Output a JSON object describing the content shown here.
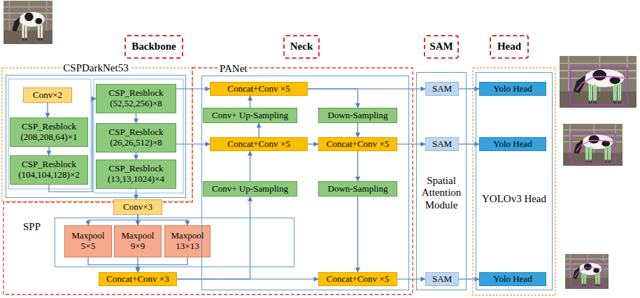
{
  "diagram": {
    "nodes": [
      {
        "text": [
          "Backbone"
        ]
      },
      {
        "text": [
          "Neck"
        ]
      },
      {
        "text": [
          "SAM"
        ]
      },
      {
        "text": [
          "Head"
        ]
      },
      {
        "text": [
          "CSPDarkNet53"
        ]
      },
      {
        "text": [
          "Conv×2"
        ],
        "in": 4
      },
      {
        "text": [
          "CSP_Resblock (208,208,64)×1"
        ],
        "in": 4
      },
      {
        "text": [
          "CSP_Resblock (104,104,128)×2"
        ],
        "in": 4
      },
      {
        "text": [
          "CSP_Resblock (52,52,256)×8"
        ],
        "in": 4
      },
      {
        "text": [
          "CSP_Resblock (26,26,512)×8"
        ],
        "in": 4
      },
      {
        "text": [
          "CSP_Resblock (13,13,1024)×4"
        ],
        "in": 4
      },
      {
        "text": [
          "Conv×3"
        ]
      },
      {
        "text": [
          "SPP"
        ]
      },
      {
        "text": [
          "Maxpool 5×5"
        ],
        "in": 12
      },
      {
        "text": [
          "Maxpool 9×9"
        ],
        "in": 12
      },
      {
        "text": [
          "Maxpool 13×13"
        ],
        "in": 12
      },
      {
        "text": [
          "Concat+Conv ×3"
        ]
      },
      {
        "text": [
          "PANet"
        ]
      },
      {
        "text": [
          "Concat+Conv ×5"
        ],
        "in": 17
      },
      {
        "text": [
          "Conv+ Up-Sampling"
        ],
        "in": 17
      },
      {
        "text": [
          "Concat+Conv ×5"
        ],
        "in": 17
      },
      {
        "text": [
          "Conv+ Up-Sampling"
        ],
        "in": 17
      },
      {
        "text": [
          "Down-Sampling"
        ],
        "in": 17
      },
      {
        "text": [
          "Concat+Conv ×5"
        ],
        "in": 17
      },
      {
        "text": [
          "Down-Sampling"
        ],
        "in": 17
      },
      {
        "text": [
          "Concat+Conv ×5"
        ],
        "in": 17
      },
      {
        "text": [
          "Spatial Attention Module"
        ]
      },
      {
        "text": [
          "SAM"
        ],
        "in": 26
      },
      {
        "text": [
          "SAM"
        ],
        "in": 26
      },
      {
        "text": [
          "SAM"
        ],
        "in": 26
      },
      {
        "text": [
          "YOLOv3 Head"
        ]
      },
      {
        "text": [
          "Yolo Head"
        ],
        "in": 30
      },
      {
        "text": [
          "Yolo Head"
        ],
        "in": 30
      },
      {
        "text": [
          "Yolo Head"
        ],
        "in": 30
      }
    ],
    "edges": [
      {
        "from": 5,
        "to": 6,
        "arrow": "to"
      },
      {
        "from": 6,
        "to": 7,
        "arrow": "to"
      },
      {
        "from": 7,
        "to": 8,
        "arrow": "to"
      },
      {
        "from": 8,
        "to": 9,
        "arrow": "to"
      },
      {
        "from": 9,
        "to": 10,
        "arrow": "to"
      },
      {
        "from": 10,
        "to": 11,
        "arrow": "to"
      },
      {
        "from": 11,
        "to": 13,
        "arrow": "to"
      },
      {
        "from": 11,
        "to": 14,
        "arrow": "to"
      },
      {
        "from": 11,
        "to": 15,
        "arrow": "to"
      },
      {
        "from": 13,
        "to": 16,
        "arrow": "to"
      },
      {
        "from": 14,
        "to": 16,
        "arrow": "to"
      },
      {
        "from": 15,
        "to": 16,
        "arrow": "to"
      },
      {
        "from": 8,
        "to": 18,
        "arrow": "to"
      },
      {
        "from": 9,
        "to": 20,
        "arrow": "to"
      },
      {
        "from": 16,
        "to": 21,
        "arrow": "to"
      },
      {
        "from": 16,
        "to": 25,
        "arrow": "to"
      },
      {
        "from": 21,
        "to": 20,
        "arrow": "to"
      },
      {
        "from": 20,
        "to": 19,
        "arrow": "to"
      },
      {
        "from": 19,
        "to": 18,
        "arrow": "to"
      },
      {
        "from": 18,
        "to": 27,
        "arrow": "to"
      },
      {
        "from": 18,
        "to": 22,
        "arrow": "to"
      },
      {
        "from": 22,
        "to": 23,
        "arrow": "to"
      },
      {
        "from": 20,
        "to": 23,
        "arrow": "to"
      },
      {
        "from": 23,
        "to": 28,
        "arrow": "to"
      },
      {
        "from": 23,
        "to": 24,
        "arrow": "to"
      },
      {
        "from": 24,
        "to": 25,
        "arrow": "to"
      },
      {
        "from": 25,
        "to": 29,
        "arrow": "to"
      },
      {
        "from": 27,
        "to": 31,
        "arrow": "to"
      },
      {
        "from": 28,
        "to": 32,
        "arrow": "to"
      },
      {
        "from": 29,
        "to": 33,
        "arrow": "to"
      }
    ]
  }
}
